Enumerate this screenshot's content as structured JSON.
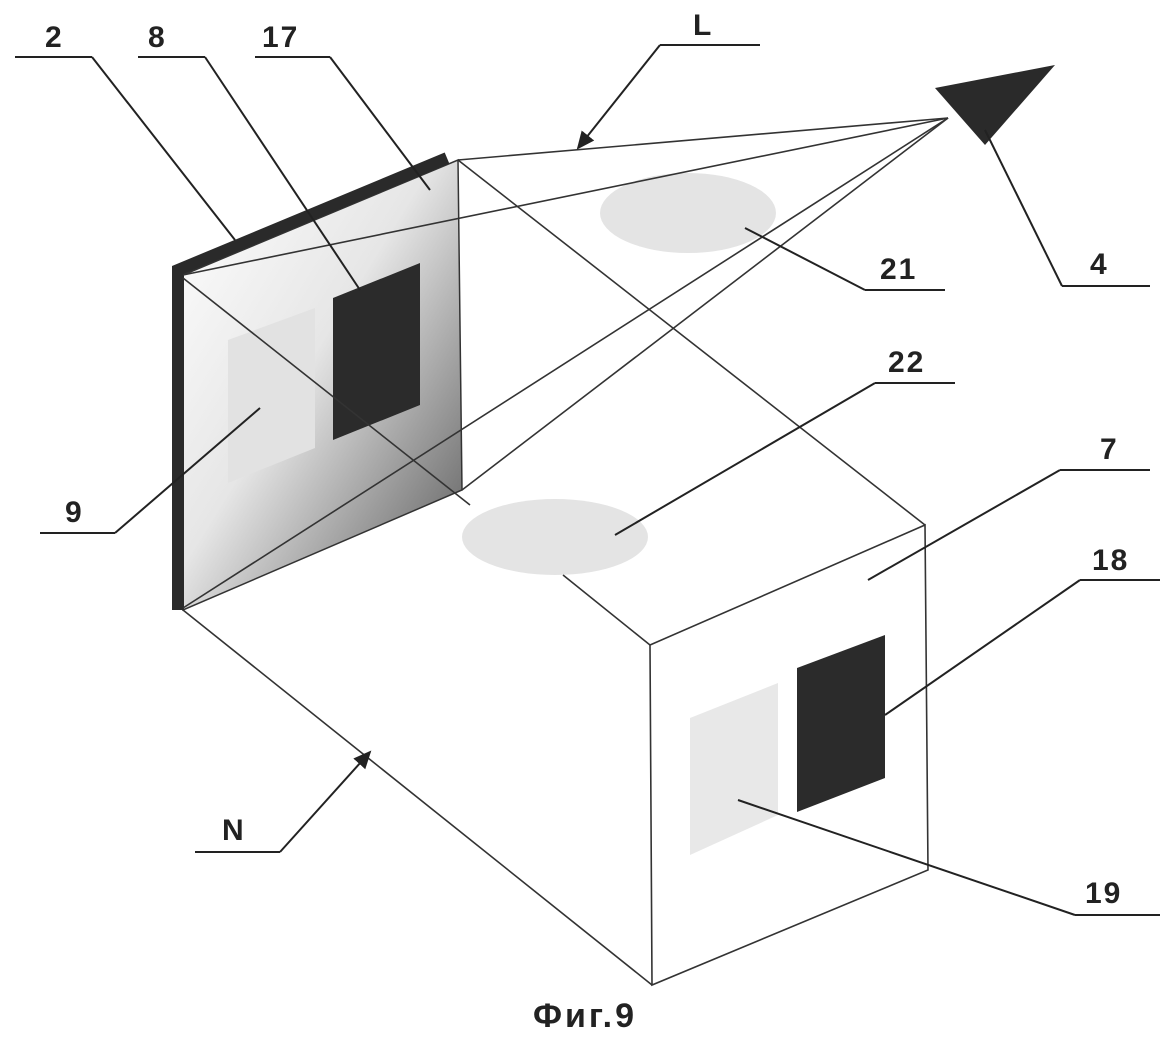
{
  "figure": {
    "caption": "Фиг.9",
    "labels": {
      "l2": "2",
      "l8": "8",
      "l17": "17",
      "lL": "L",
      "l4": "4",
      "l21": "21",
      "l22": "22",
      "l7": "7",
      "l18": "18",
      "l19": "19",
      "l9": "9",
      "lN": "N"
    }
  }
}
